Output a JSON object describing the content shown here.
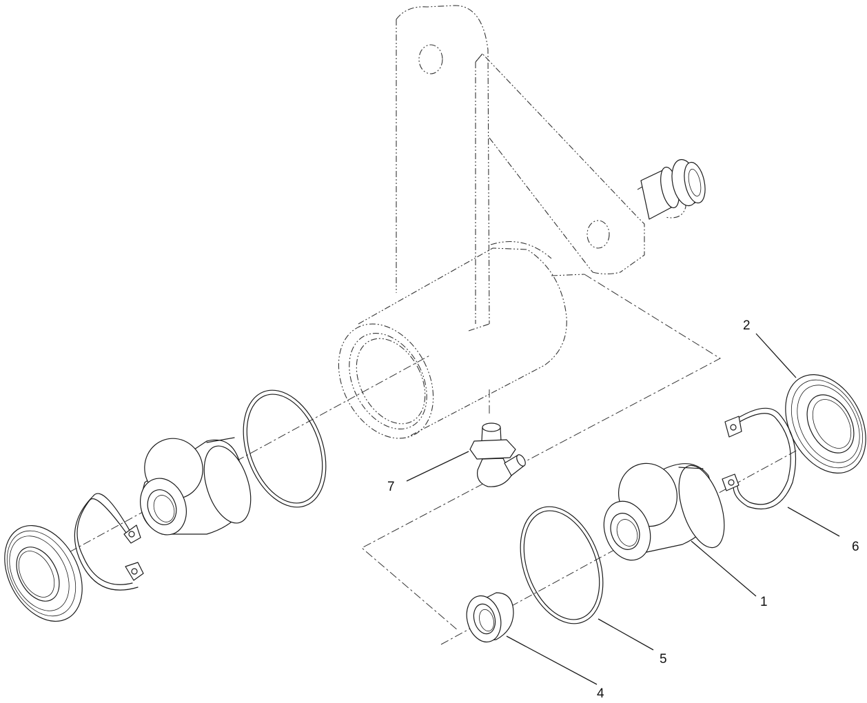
{
  "callouts": {
    "c1": "1",
    "c2": "2",
    "c4": "4",
    "c5": "5",
    "c6": "6",
    "c7": "7"
  },
  "colors": {
    "line": "#1a1a1a",
    "background": "#ffffff"
  }
}
